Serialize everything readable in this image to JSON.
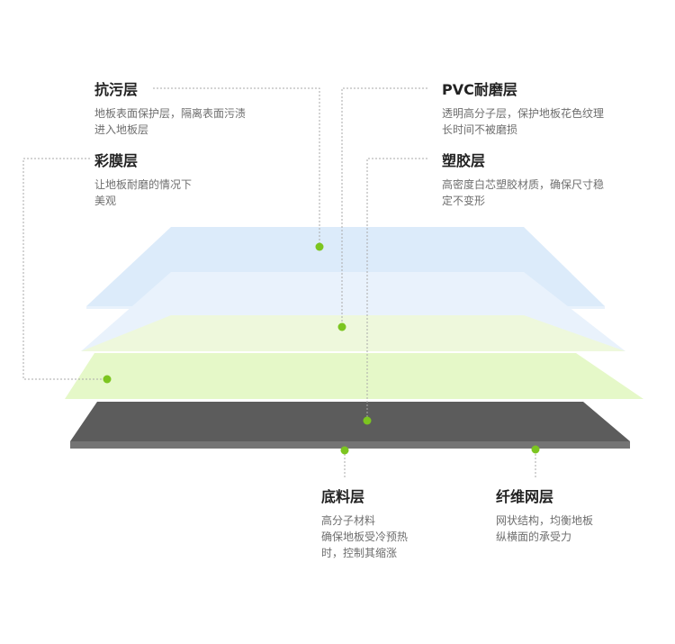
{
  "labels": {
    "antifouling": {
      "title": "抗污层",
      "desc": "地板表面保护层，隔离表面污渍\n进入地板层"
    },
    "pvc_wear": {
      "title": "PVC耐磨层",
      "desc": "透明高分子层，保护地板花色纹理\n长时间不被磨损"
    },
    "color_film": {
      "title": "彩膜层",
      "desc": "让地板耐磨的情况下\n美观"
    },
    "plastic": {
      "title": "塑胶层",
      "desc": "高密度白芯塑胶材质，确保尺寸稳\n定不变形"
    },
    "base": {
      "title": "底料层",
      "desc": "高分子材料\n确保地板受冷预热\n时，控制其缩涨"
    },
    "fiber_net": {
      "title": "纤维网层",
      "desc": "网状结构，均衡地板\n纵横面的承受力"
    }
  },
  "colors": {
    "marker": "#7cc520",
    "leader_line": "#aaaaaa",
    "layer_blue": "#dcebfa",
    "layer_blue_light": "#e9f2fc",
    "layer_green_light": "#eef8dc",
    "layer_green": "#e5f8c8",
    "layer_dark": "#5c5c5c"
  }
}
